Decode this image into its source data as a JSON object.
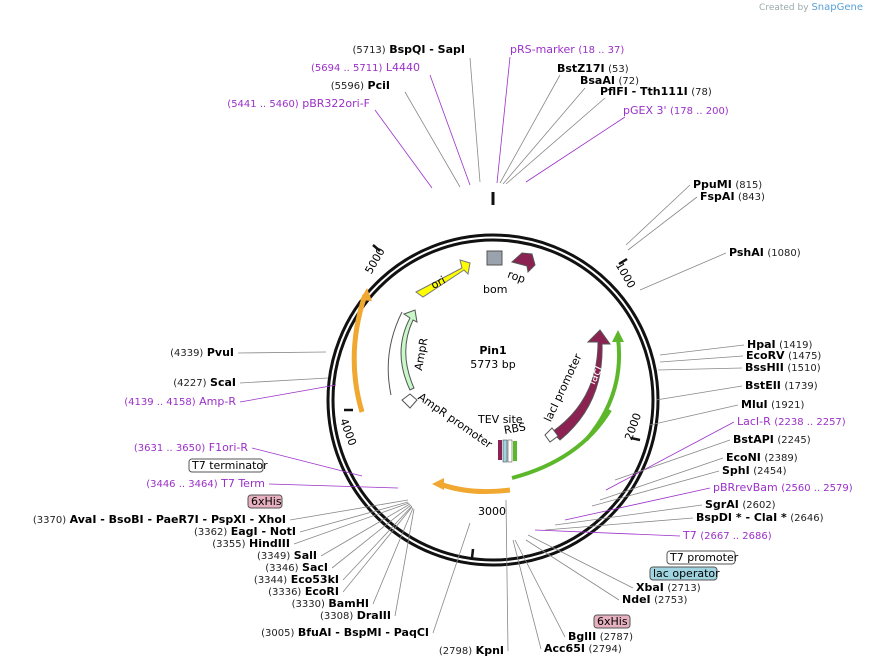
{
  "credit": {
    "prefix": "Created by",
    "brand": "SnapGene"
  },
  "plasmid": {
    "name": "Pin1",
    "size_label": "5773 bp",
    "total_bp": 5773
  },
  "ticks": [
    "1000",
    "2000",
    "3000",
    "4000",
    "5000"
  ],
  "features": {
    "ori": "ori",
    "bom": "bom",
    "rop": "rop",
    "ampr": "AmpR",
    "ampr_promoter": "AmpR promoter",
    "laci": "lacI",
    "laci_promoter": "lacI promoter",
    "tev": "TEV site",
    "rbs": "RBS"
  },
  "right_labels": [
    {
      "name": "PpuMI",
      "pos": "(815)"
    },
    {
      "name": "FspAI",
      "pos": "(843)"
    },
    {
      "name": "PshAI",
      "pos": "(1080)"
    },
    {
      "name": "HpaI",
      "pos": "(1419)"
    },
    {
      "name": "EcoRV",
      "pos": "(1475)"
    },
    {
      "name": "BssHII",
      "pos": "(1510)"
    },
    {
      "name": "BstEII",
      "pos": "(1739)"
    },
    {
      "name": "MluI",
      "pos": "(1921)"
    },
    {
      "name": "LacI-R",
      "pos": "(2238 .. 2257)",
      "feature": true
    },
    {
      "name": "BstAPI",
      "pos": "(2245)"
    },
    {
      "name": "EcoNI",
      "pos": "(2389)"
    },
    {
      "name": "SphI",
      "pos": "(2454)"
    },
    {
      "name": "pBRrevBam",
      "pos": "(2560 .. 2579)",
      "feature": true
    },
    {
      "name": "SgrAI",
      "pos": "(2602)"
    },
    {
      "name": "BspDI * - ClaI *",
      "pos": "(2646)"
    },
    {
      "name": "T7",
      "pos": "(2667 .. 2686)",
      "feature": true
    },
    {
      "name": "XbaI",
      "pos": "(2713)"
    },
    {
      "name": "NdeI",
      "pos": "(2753)"
    },
    {
      "name": "BglII",
      "pos": "(2787)"
    },
    {
      "name": "Acc65I",
      "pos": "(2794)"
    }
  ],
  "top_labels": [
    {
      "name": "BspQI   - SapI",
      "pos": "(5713)"
    },
    {
      "name": "L4440",
      "pos": "(5694 .. 5711)",
      "feature": true
    },
    {
      "name": "PciI",
      "pos": "(5596)"
    },
    {
      "name": "pBR322ori-F",
      "pos": "(5441 .. 5460)",
      "feature": true
    },
    {
      "name": "pRS-marker",
      "pos": "(18 .. 37)",
      "feature": true
    },
    {
      "name": "BstZ17I",
      "pos": "(53)"
    },
    {
      "name": "BsaAI",
      "pos": "(72)"
    },
    {
      "name": "PflFI  - Tth111I",
      "pos": "(78)"
    },
    {
      "name": "pGEX 3'",
      "pos": "(178 .. 200)",
      "feature": true
    }
  ],
  "left_labels": [
    {
      "name": "PvuI",
      "pos": "(4339)"
    },
    {
      "name": "ScaI",
      "pos": "(4227)"
    },
    {
      "name": "Amp-R",
      "pos": "(4139 .. 4158)",
      "feature": true
    },
    {
      "name": "F1ori-R",
      "pos": "(3631 .. 3650)",
      "feature": true
    },
    {
      "name": "T7 Term",
      "pos": "(3446 .. 3464)",
      "feature": true
    },
    {
      "name": "AvaI   - BsoBI   - PaeR7I   - PspXI   - XhoI",
      "pos": "(3370)"
    },
    {
      "name": "EagI   - NotI",
      "pos": "(3362)"
    },
    {
      "name": "HindIII",
      "pos": "(3355)"
    },
    {
      "name": "SalI",
      "pos": "(3349)"
    },
    {
      "name": "SacI",
      "pos": "(3346)"
    },
    {
      "name": "Eco53kI",
      "pos": "(3344)"
    },
    {
      "name": "EcoRI",
      "pos": "(3336)"
    },
    {
      "name": "BamHI",
      "pos": "(3330)"
    },
    {
      "name": "DraIII",
      "pos": "(3308)"
    },
    {
      "name": "BfuAI   - BspMI   - PaqCI",
      "pos": "(3005)"
    },
    {
      "name": "KpnI",
      "pos": "(2798)"
    }
  ],
  "boxes": {
    "t7_terminator": "T7 terminator",
    "sixhis_left": "6xHis",
    "t7_promoter": "T7 promoter",
    "lac_operator": "lac operator",
    "sixhis_right": "6xHis"
  },
  "colors": {
    "feature": "#9b30c8",
    "ori": "#ffff00",
    "laci": "#8b2252",
    "ampr": "#c8f7c8",
    "orange": "#f0a830",
    "green": "#5cb82a",
    "lac_operator_fill": "#9fd4e0",
    "sixhis_fill": "#e6b0c0"
  }
}
